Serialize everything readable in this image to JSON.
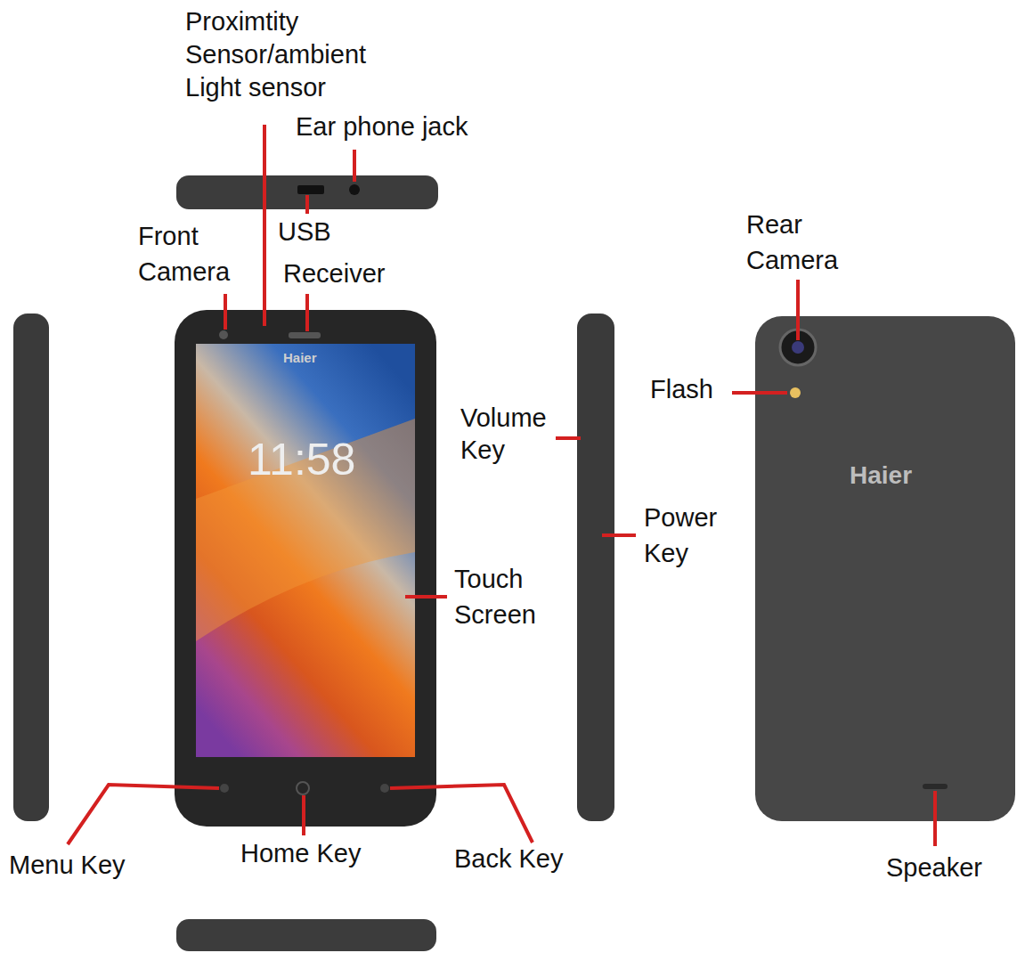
{
  "diagram": {
    "labels": [
      "Proximtity Sensor/ambient Light sensor",
      "Ear phone jack",
      "USB",
      "Front Camera",
      "Receiver",
      "Rear Camera",
      "Flash",
      "Volume Key",
      "Power Key",
      "Touch Screen",
      "Menu Key",
      "Home Key",
      "Back Key",
      "Speaker",
      "Haier",
      "11:58",
      "Haier"
    ]
  }
}
